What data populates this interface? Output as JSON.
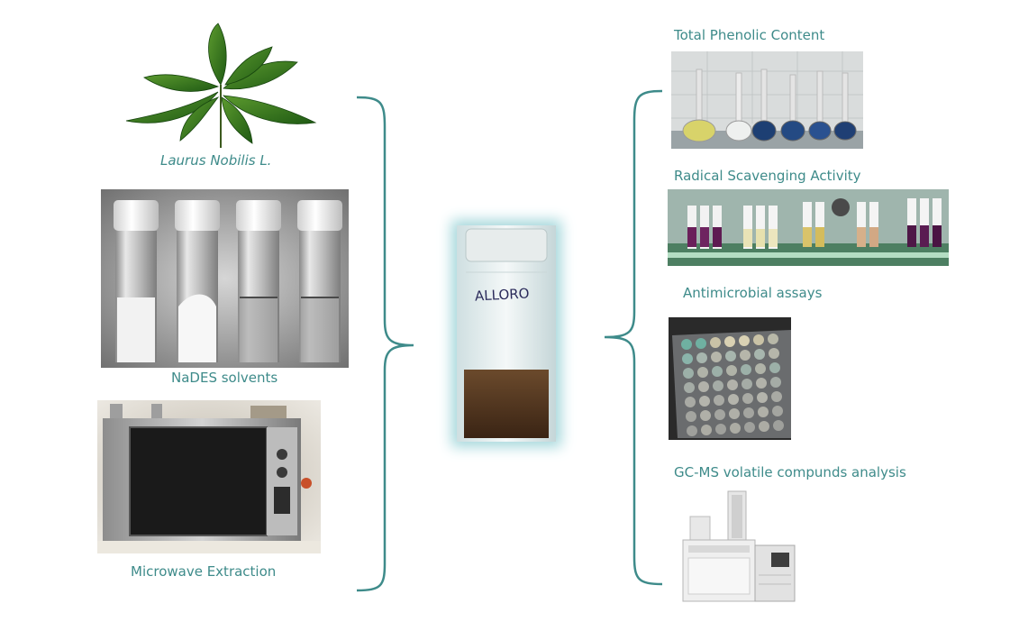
{
  "colors": {
    "label_teal": "#3e8b8a",
    "brace_teal": "#3e8b8a"
  },
  "left": {
    "plant_label": "Laurus Nobilis L.",
    "nades_label": "NaDES solvents",
    "microwave_label": "Microwave Extraction"
  },
  "center": {
    "vial_text": "ALLORO"
  },
  "right": {
    "tpc_label": "Total Phenolic Content",
    "radical_label": "Radical Scavenging Activity",
    "antimicrobial_label": "Antimicrobial assays",
    "gcms_label": "GC-MS volatile compunds analysis"
  },
  "images": {
    "plant": "laurel-leaves-icon",
    "nades": "nades-vials-photo",
    "microwave": "microwave-oven-photo",
    "extract": "extract-vial-photo",
    "tpc": "volumetric-flasks-photo",
    "radical": "cuvettes-photo",
    "antimicrobial": "petri-dish-tray-photo",
    "gcms": "gc-ms-instrument-icon"
  }
}
